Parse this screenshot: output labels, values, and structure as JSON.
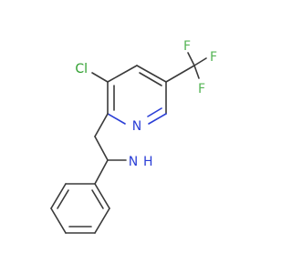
{
  "molecule": {
    "atoms": {
      "chlorine": "Cl",
      "fluorine_1": "F",
      "fluorine_2": "F",
      "fluorine_3": "F",
      "pyridine_nitrogen": "N",
      "amine_n": "N",
      "amine_h": "H"
    },
    "colors": {
      "bond": "#3a3a3a",
      "nitrogen": "#2b3fd6",
      "chlorine": "#2e9f2e",
      "fluorine": "#55b455",
      "background": "#ffffff"
    }
  }
}
